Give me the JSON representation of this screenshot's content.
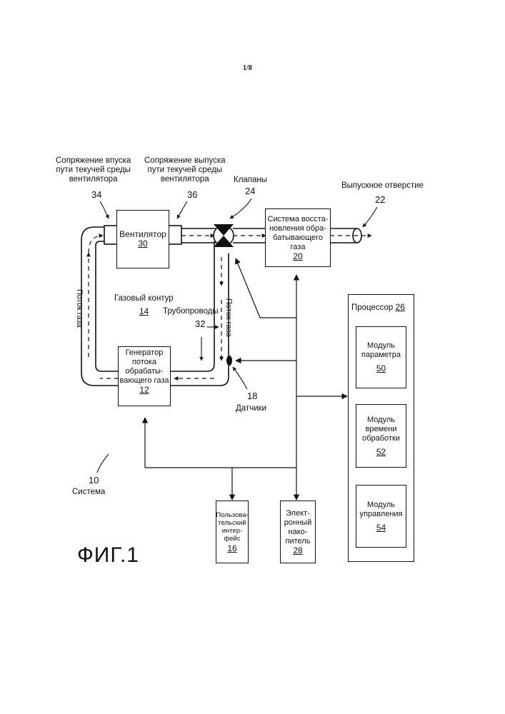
{
  "page": {
    "number": "1/8"
  },
  "figure": {
    "label": "ФИГ.1"
  },
  "labels": {
    "inlet_interface": [
      "Сопряжение впуска",
      "пути текучей среды",
      "вентилятора"
    ],
    "inlet_interface_num": "34",
    "outlet_interface": [
      "Сопряжение выпуска",
      "пути текучей среды",
      "вентилятора"
    ],
    "outlet_interface_num": "36",
    "valves": "Клапаны",
    "valves_num": "24",
    "exhaust": "Выпускное отверстие",
    "exhaust_num": "22",
    "gas_circuit": "Газовый контур",
    "gas_circuit_num": "14",
    "pipes": "Трубопроводы",
    "pipes_num": "32",
    "gas_flow_left": "Поток газа",
    "gas_flow_right": "Поток газа",
    "sensors": "Датчики",
    "sensors_num": "18",
    "system": "Система",
    "system_num": "10"
  },
  "blocks": {
    "fan": {
      "label": "Вентилятор",
      "num": "30"
    },
    "recovery": {
      "lines": [
        "Система восста-",
        "новления обра-",
        "батывающего",
        "газа"
      ],
      "num": "20"
    },
    "generator": {
      "lines": [
        "Генератор",
        "потока",
        "обрабаты-",
        "вающего газа"
      ],
      "num": "12"
    },
    "processor": {
      "label": "Процессор",
      "num": "26"
    },
    "param_module": {
      "lines": [
        "Модуль",
        "параметра"
      ],
      "num": "50"
    },
    "time_module": {
      "lines": [
        "Модуль",
        "времени",
        "обработки"
      ],
      "num": "52"
    },
    "control_module": {
      "lines": [
        "Модуль",
        "управления"
      ],
      "num": "54"
    },
    "user_interface": {
      "lines": [
        "Пользова-",
        "тельский",
        "интер-",
        "фейс"
      ],
      "num": "16"
    },
    "storage": {
      "lines": [
        "Элект-",
        "ронный",
        "нако-",
        "питель"
      ],
      "num": "28"
    }
  }
}
